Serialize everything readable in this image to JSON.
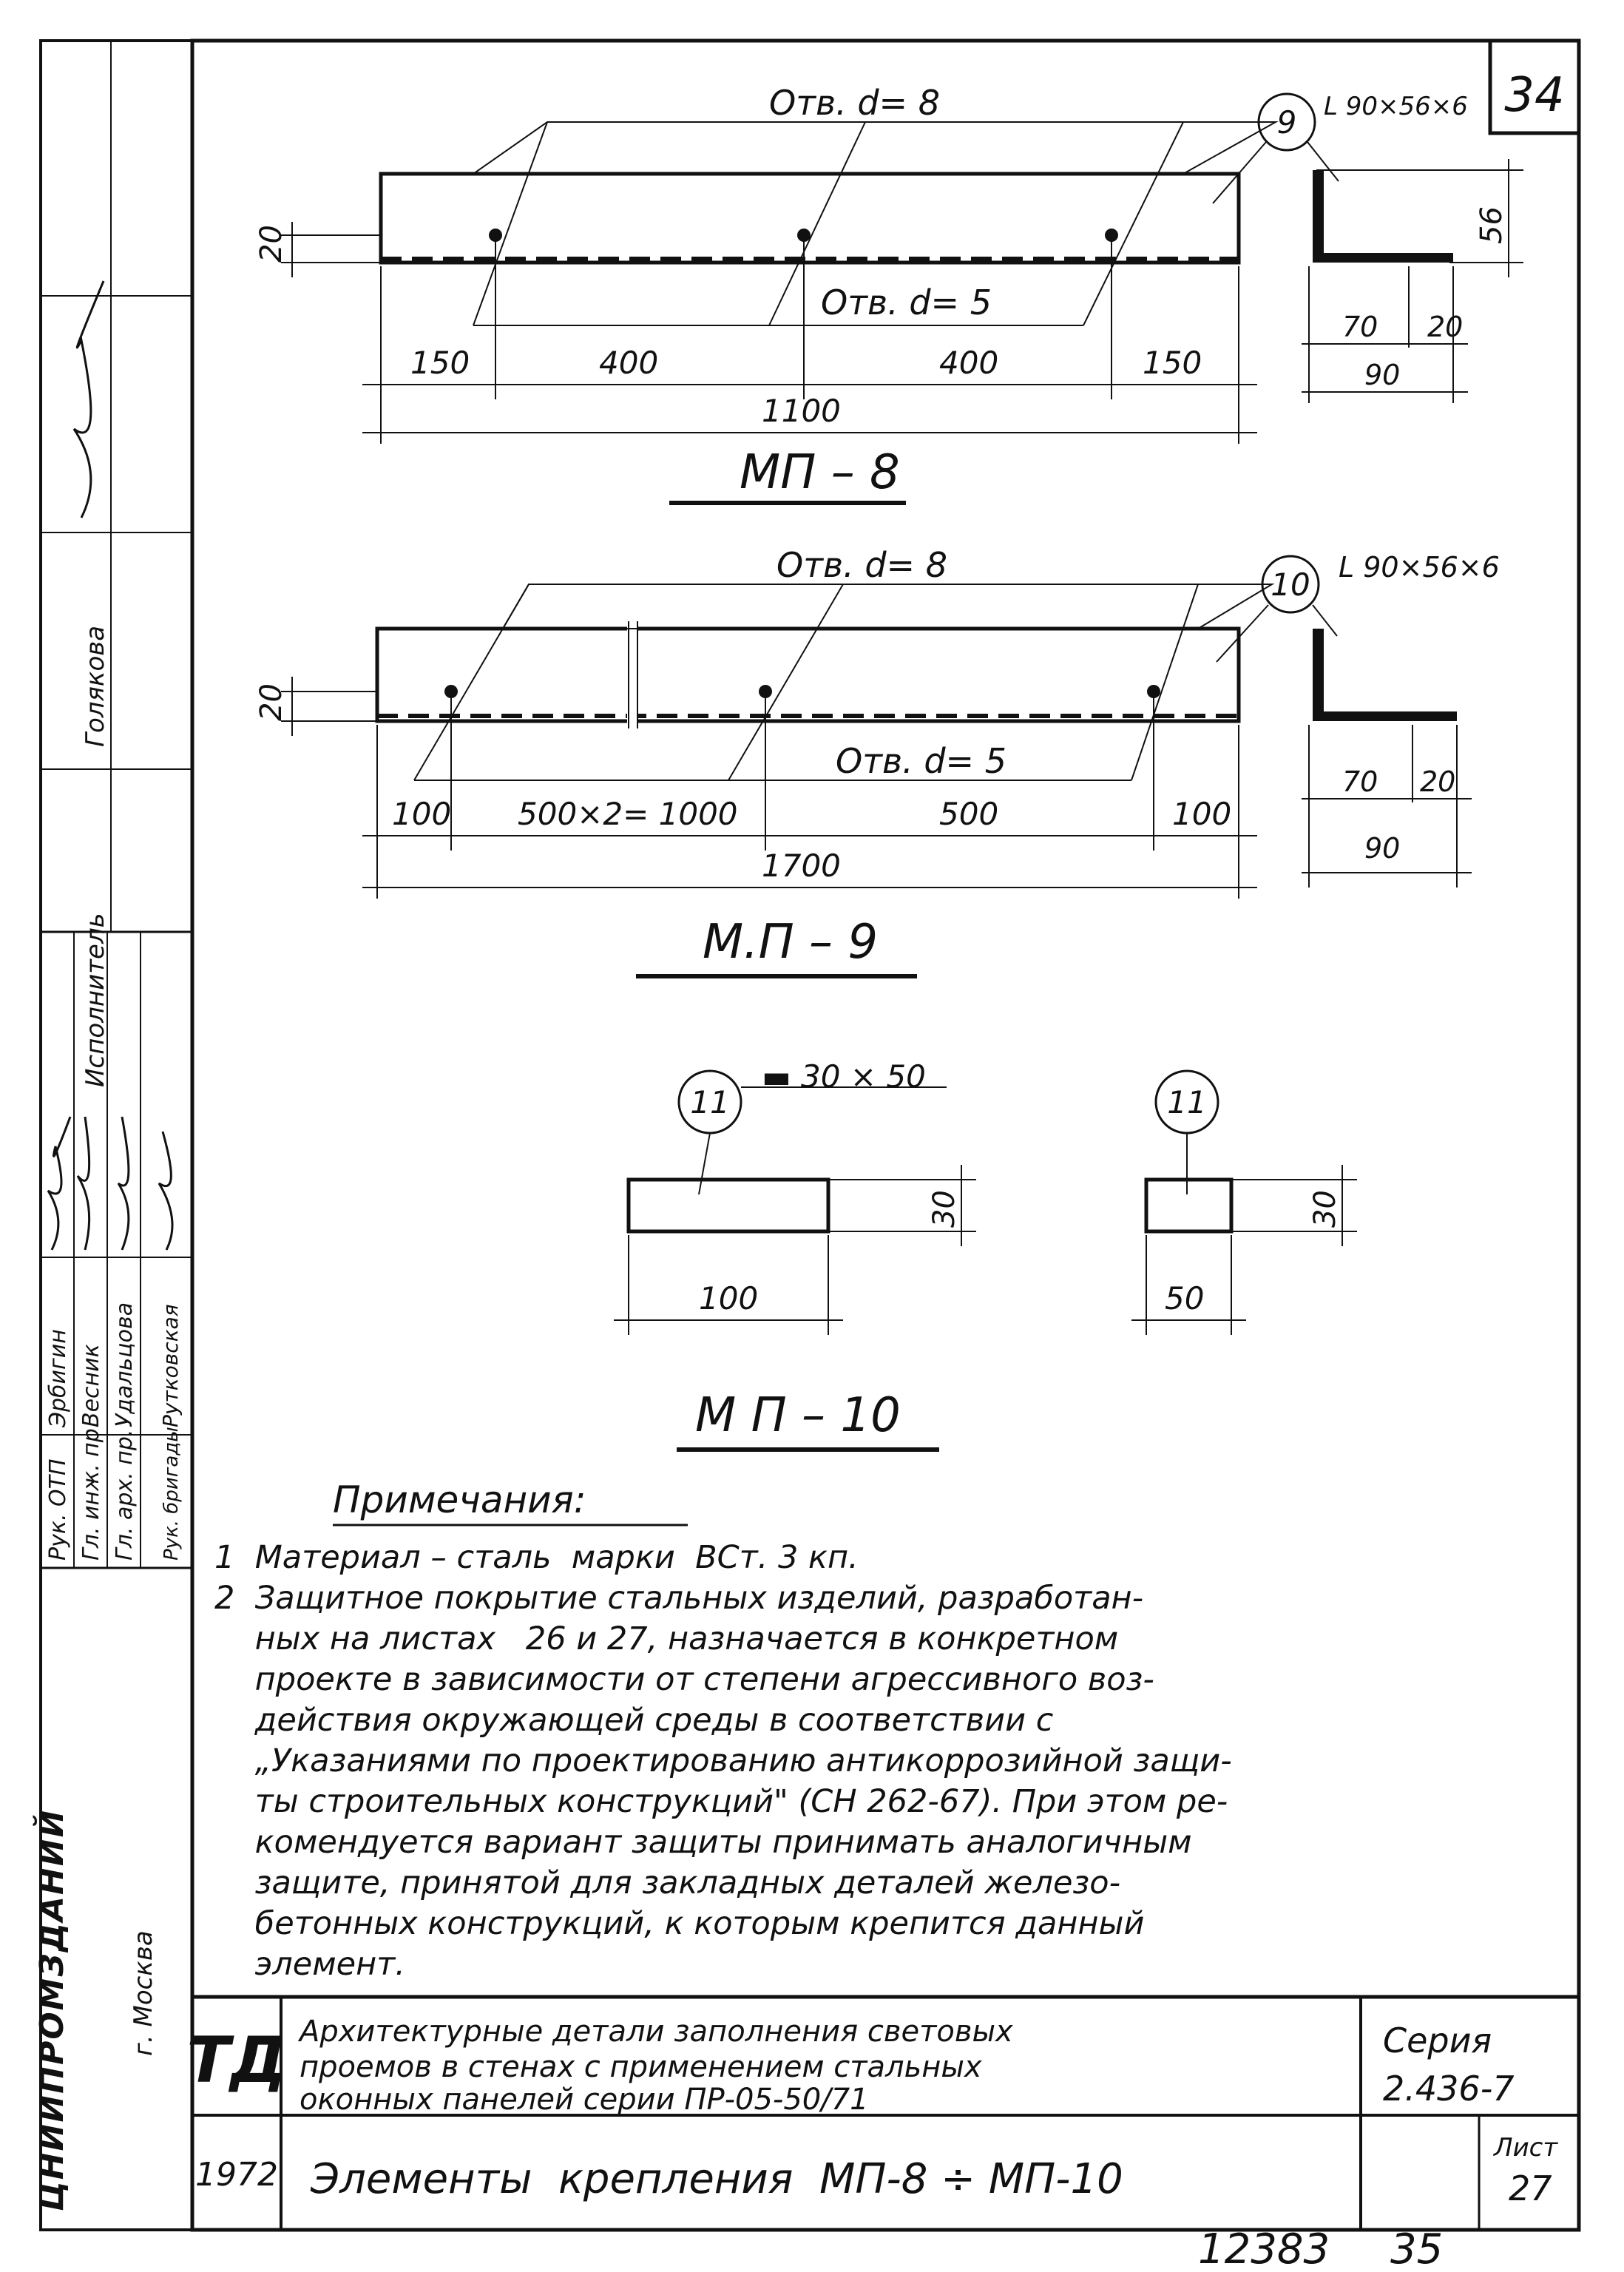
{
  "sheet_number_corner": "34",
  "mp8": {
    "hole_top": "Отв. d= 8",
    "hole_bottom": "Отв. d= 5",
    "mark": "9",
    "profile": "L 90×56×6",
    "dim_20": "20",
    "dims": [
      "150",
      "400",
      "400",
      "150"
    ],
    "total": "1100",
    "side_56": "56",
    "side_70": "70",
    "side_20": "20",
    "side_90": "90",
    "title": "МП – 8"
  },
  "mp9": {
    "hole_top": "Отв. d= 8",
    "hole_bottom": "Отв. d= 5",
    "mark": "10",
    "profile": "L 90×56×6",
    "dim_20": "20",
    "dims": [
      "100",
      "500×2= 1000",
      "500",
      "100"
    ],
    "total": "1700",
    "side_70": "70",
    "side_20": "20",
    "side_90": "90",
    "title": "М.П – 9"
  },
  "mp10": {
    "mark_left": "11",
    "mark_right": "11",
    "section": "▬ 30 × 50",
    "height_left": "30",
    "width_left": "100",
    "height_right": "30",
    "width_right": "50",
    "title": "М П – 10"
  },
  "notes": {
    "heading": "Примечания:",
    "lines": [
      "1  Материал – сталь  марки  ВСт. 3 кп.",
      "2  Защитное покрытие стальных изделий, разработан-",
      "    ных на листах   26 и 27, назначается в конкретном",
      "    проекте в зависимости от степени агрессивного воз-",
      "    действия окружающей среды в соответствии с",
      "    „Указаниями по проектированию антикоррозийной защи-",
      "    ты строительных конструкций\" (СН 262-67). При этом ре-",
      "    комендуется вариант защиты принимать аналогичным",
      "    защите, принятой для закладных деталей железо-",
      "    бетонных конструкций, к которым крепится данный",
      "    элемент."
    ]
  },
  "side_stamp": {
    "rows": [
      {
        "role": "Рук. ОТП",
        "name": "Эрбигин"
      },
      {
        "role": "Гл. инж. пр.",
        "name": "Весник"
      },
      {
        "role": "Гл. арх. пр.",
        "name": "Удальцова"
      },
      {
        "role": "Рук. бригады",
        "name": "Рутковская"
      }
    ],
    "executor_label": "Исполнитель",
    "executor_name": "Голякова",
    "org": "ЦНИИПРОМЗДАНИЙ",
    "city": "г. Москва"
  },
  "title_block": {
    "logo": "ТД",
    "description_lines": [
      "Архитектурные детали заполнения световых",
      "проемов в стенах с применением стальных",
      "оконных панелей серии ПР-05-50/71"
    ],
    "series_label": "Серия",
    "series_value": "2.436-7",
    "year": "1972",
    "drawing_title": "Элементы  крепления  МП-8 ÷ МП-10",
    "sheet_label": "Лист",
    "sheet_value": "27"
  },
  "bottom_numbers": {
    "inventory": "12383",
    "page": "35"
  }
}
